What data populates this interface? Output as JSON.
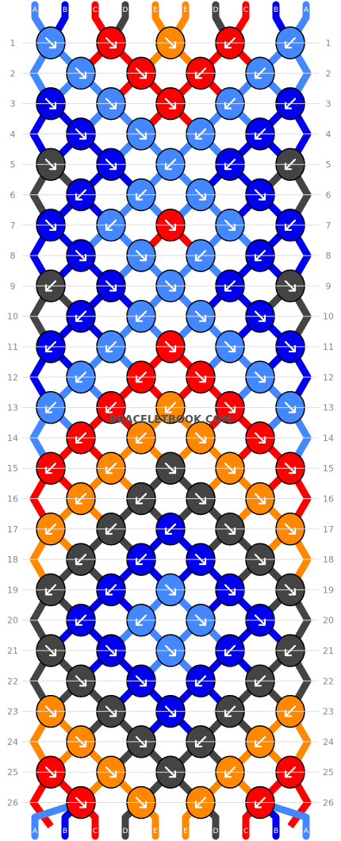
{
  "palette": {
    "A": "#4488ff",
    "B": "#0000ee",
    "C": "#ff0000",
    "D": "#444444",
    "E": "#ff8800",
    "F": "#ff8800"
  },
  "top_strands": [
    "A",
    "B",
    "C",
    "D",
    "E",
    "E",
    "D",
    "C",
    "B",
    "A"
  ],
  "bottom_strands": [
    "A",
    "B",
    "C",
    "D",
    "E",
    "E",
    "D",
    "C",
    "B",
    "A"
  ],
  "row_numbers": [
    "1",
    "2",
    "3",
    "4",
    "5",
    "6",
    "7",
    "8",
    "9",
    "10",
    "11",
    "12",
    "13",
    "14",
    "15",
    "16",
    "17",
    "18",
    "19",
    "20",
    "21",
    "22",
    "23",
    "24",
    "25",
    "26"
  ],
  "rows": [
    [
      "A",
      "C",
      "E",
      "C",
      "A"
    ],
    [
      "A",
      "C",
      "C",
      "A"
    ],
    [
      "B",
      "A",
      "C",
      "A",
      "B"
    ],
    [
      "B",
      "A",
      "A",
      "B"
    ],
    [
      "D",
      "B",
      "A",
      "B",
      "D"
    ],
    [
      "B",
      "A",
      "A",
      "B"
    ],
    [
      "B",
      "A",
      "C",
      "A",
      "B"
    ],
    [
      "B",
      "A",
      "A",
      "B"
    ],
    [
      "D",
      "B",
      "A",
      "B",
      "D"
    ],
    [
      "B",
      "A",
      "A",
      "B"
    ],
    [
      "B",
      "A",
      "C",
      "A",
      "B"
    ],
    [
      "A",
      "C",
      "C",
      "A"
    ],
    [
      "A",
      "C",
      "E",
      "C",
      "A"
    ],
    [
      "C",
      "E",
      "E",
      "C"
    ],
    [
      "C",
      "E",
      "D",
      "E",
      "C"
    ],
    [
      "E",
      "D",
      "D",
      "E"
    ],
    [
      "E",
      "D",
      "B",
      "D",
      "E"
    ],
    [
      "D",
      "B",
      "B",
      "D"
    ],
    [
      "D",
      "B",
      "A",
      "B",
      "D"
    ],
    [
      "B",
      "A",
      "A",
      "B"
    ],
    [
      "D",
      "B",
      "A",
      "B",
      "D"
    ],
    [
      "D",
      "B",
      "B",
      "D"
    ],
    [
      "E",
      "D",
      "B",
      "D",
      "E"
    ],
    [
      "E",
      "D",
      "D",
      "E"
    ],
    [
      "C",
      "E",
      "D",
      "E",
      "C"
    ],
    [
      "C",
      "E",
      "E",
      "C"
    ]
  ],
  "arrows": [
    [
      "r",
      "r",
      "r",
      "l",
      "l"
    ],
    [
      "r",
      "r",
      "l",
      "l"
    ],
    [
      "r",
      "r",
      "r",
      "l",
      "l"
    ],
    [
      "r",
      "r",
      "l",
      "l"
    ],
    [
      "r",
      "r",
      "l",
      "l",
      "l"
    ],
    [
      "l",
      "l",
      "r",
      "r"
    ],
    [
      "r",
      "l",
      "r",
      "r",
      "l"
    ],
    [
      "r",
      "r",
      "l",
      "l"
    ],
    [
      "l",
      "r",
      "r",
      "l",
      "r"
    ],
    [
      "l",
      "l",
      "r",
      "r"
    ],
    [
      "l",
      "l",
      "r",
      "r",
      "r"
    ],
    [
      "l",
      "l",
      "r",
      "r"
    ],
    [
      "l",
      "l",
      "l",
      "r",
      "r"
    ],
    [
      "l",
      "l",
      "r",
      "r"
    ],
    [
      "l",
      "l",
      "r",
      "r",
      "r"
    ],
    [
      "l",
      "l",
      "r",
      "r"
    ],
    [
      "l",
      "l",
      "l",
      "r",
      "r"
    ],
    [
      "l",
      "l",
      "r",
      "r"
    ],
    [
      "l",
      "l",
      "r",
      "r",
      "r"
    ],
    [
      "l",
      "l",
      "r",
      "r"
    ],
    [
      "r",
      "r",
      "r",
      "l",
      "l"
    ],
    [
      "r",
      "r",
      "l",
      "l"
    ],
    [
      "r",
      "r",
      "r",
      "l",
      "l"
    ],
    [
      "r",
      "r",
      "l",
      "l"
    ],
    [
      "r",
      "r",
      "r",
      "l",
      "l"
    ],
    [
      "r",
      "r",
      "l",
      "l"
    ]
  ],
  "watermark": "BRACELETBOOK.COM"
}
